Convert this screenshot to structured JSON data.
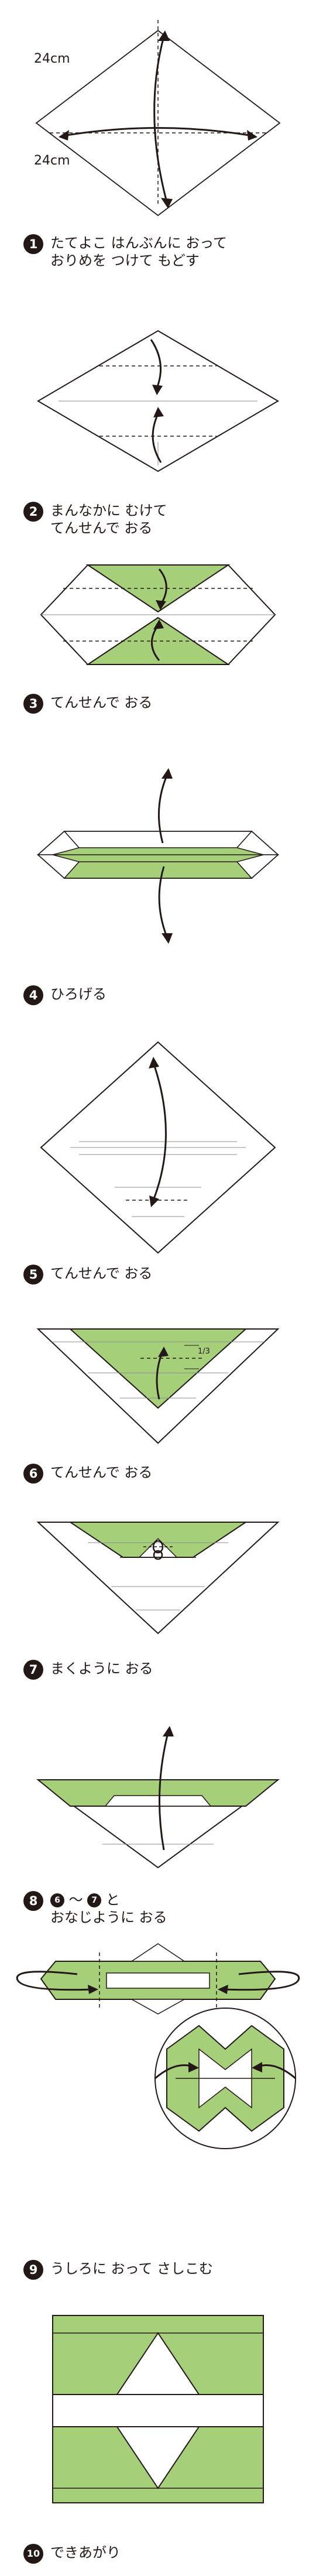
{
  "dimensions": {
    "top_side": "24cm",
    "bottom_side": "24cm"
  },
  "steps": [
    {
      "number": "1",
      "text": "たてよこ はんぶんに おって\nおりめを つけて もどす"
    },
    {
      "number": "2",
      "text": "まんなかに むけて\nてんせんで おる"
    },
    {
      "number": "3",
      "text": "てんせんで おる"
    },
    {
      "number": "4",
      "text": "ひろげる"
    },
    {
      "number": "5",
      "text": "てんせんで おる"
    },
    {
      "number": "6",
      "text": "てんせんで おる"
    },
    {
      "number": "7",
      "text": "まくように おる"
    },
    {
      "number": "8",
      "ref_from": "6",
      "ref_sep": "～",
      "ref_to": "7",
      "ref_suffix": "と",
      "text": "おなじように おる"
    },
    {
      "number": "9",
      "text": "うしろに おって さしこむ"
    },
    {
      "number": "10",
      "text": "できあがり"
    }
  ],
  "fractions": {
    "thirds": "1/3"
  },
  "colors": {
    "paper_green": "#a6cf7a",
    "line": "#231815",
    "fold_line": "#8c8c8c",
    "background": "#ffffff"
  }
}
